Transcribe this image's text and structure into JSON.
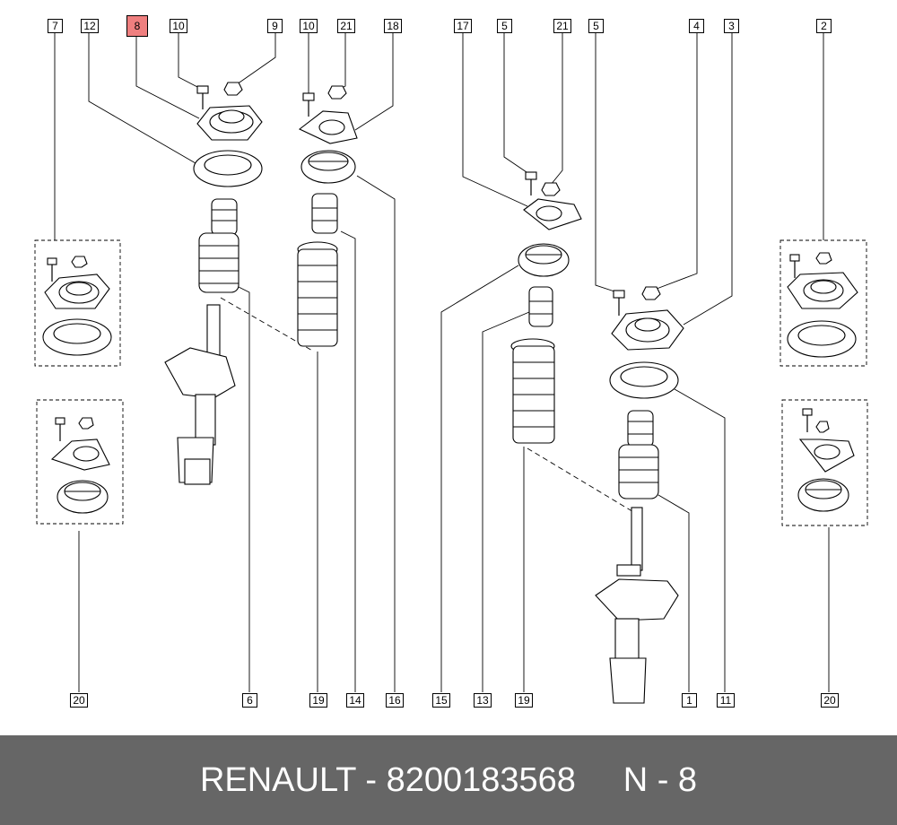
{
  "highlight_color": "#ef7f7f",
  "footer": {
    "brand": "RENAULT",
    "part_number": "8200183568",
    "ref": "N - 8",
    "title": "RENAULT - 8200183568     N - 8"
  },
  "callouts": [
    {
      "id": "c7",
      "label": "7"
    },
    {
      "id": "c12",
      "label": "12"
    },
    {
      "id": "c8",
      "label": "8",
      "highlight": true
    },
    {
      "id": "c10a",
      "label": "10"
    },
    {
      "id": "c9",
      "label": "9"
    },
    {
      "id": "c10b",
      "label": "10"
    },
    {
      "id": "c21a",
      "label": "21"
    },
    {
      "id": "c18",
      "label": "18"
    },
    {
      "id": "c17",
      "label": "17"
    },
    {
      "id": "c5a",
      "label": "5"
    },
    {
      "id": "c21b",
      "label": "21"
    },
    {
      "id": "c5b",
      "label": "5"
    },
    {
      "id": "c4",
      "label": "4"
    },
    {
      "id": "c3",
      "label": "3"
    },
    {
      "id": "c2",
      "label": "2"
    },
    {
      "id": "c20a",
      "label": "20"
    },
    {
      "id": "c6",
      "label": "6"
    },
    {
      "id": "c19a",
      "label": "19"
    },
    {
      "id": "c14",
      "label": "14"
    },
    {
      "id": "c16",
      "label": "16"
    },
    {
      "id": "c15",
      "label": "15"
    },
    {
      "id": "c13",
      "label": "13"
    },
    {
      "id": "c19b",
      "label": "19"
    },
    {
      "id": "c1",
      "label": "1"
    },
    {
      "id": "c11",
      "label": "11"
    },
    {
      "id": "c20b",
      "label": "20"
    }
  ]
}
